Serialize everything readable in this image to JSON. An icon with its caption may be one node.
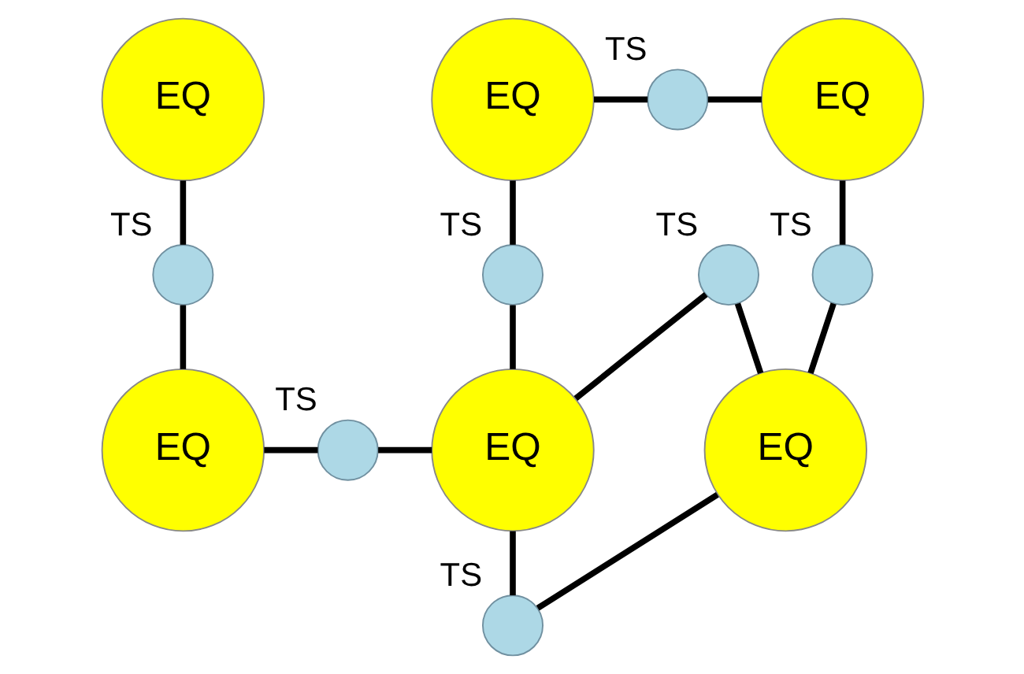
{
  "diagram": {
    "nodes": [
      {
        "text": [
          "EQ"
        ]
      },
      {
        "text": [
          "EQ"
        ]
      },
      {
        "text": [],
        "shape": "circle",
        "beside": [
          "TS"
        ]
      },
      {
        "text": [
          "EQ"
        ]
      },
      {
        "text": [],
        "shape": "circle",
        "beside": [
          "TS"
        ]
      },
      {
        "text": [],
        "shape": "circle",
        "beside": [
          "TS"
        ]
      },
      {
        "text": [],
        "shape": "circle",
        "beside": [
          "TS"
        ]
      },
      {
        "text": [
          "EQ"
        ]
      },
      {
        "text": [],
        "shape": "circle",
        "beside": [
          "TS"
        ]
      },
      {
        "text": [
          "EQ"
        ]
      },
      {
        "text": [],
        "shape": "circle",
        "beside": [
          "TS"
        ]
      },
      {
        "text": [
          "EQ"
        ]
      },
      {
        "text": [],
        "shape": "circle",
        "beside": [
          "TS"
        ]
      }
    ],
    "edges": [
      {
        "from": 1,
        "to": 2,
        "arrow": "none"
      },
      {
        "from": 2,
        "to": 3,
        "arrow": "none"
      },
      {
        "from": 0,
        "to": 4,
        "arrow": "none"
      },
      {
        "from": 4,
        "to": 7,
        "arrow": "none"
      },
      {
        "from": 1,
        "to": 5,
        "arrow": "none"
      },
      {
        "from": 5,
        "to": 9,
        "arrow": "none"
      },
      {
        "from": 3,
        "to": 6,
        "arrow": "none"
      },
      {
        "from": 6,
        "to": 11,
        "arrow": "none"
      },
      {
        "from": 7,
        "to": 8,
        "arrow": "none"
      },
      {
        "from": 8,
        "to": 9,
        "arrow": "none"
      },
      {
        "from": 9,
        "to": 10,
        "arrow": "none"
      },
      {
        "from": 10,
        "to": 11,
        "arrow": "none"
      },
      {
        "from": 9,
        "to": 12,
        "arrow": "none"
      },
      {
        "from": 12,
        "to": 11,
        "arrow": "none"
      }
    ]
  }
}
